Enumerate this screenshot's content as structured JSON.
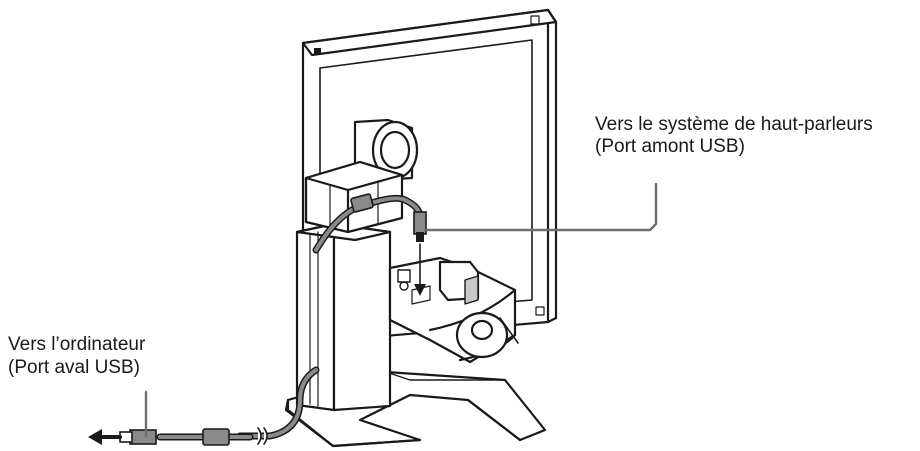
{
  "callouts": {
    "speaker": {
      "line1": "Vers le système de haut-parleurs",
      "line2": "(Port amont USB)"
    },
    "computer": {
      "line1": "Vers l’ordinateur",
      "line2": "(Port aval USB)"
    }
  },
  "colors": {
    "ink": "#1a1a1a",
    "cable": "#8a8a8a",
    "callout_line": "#6e6e6e",
    "shade": "#c8c8c8"
  },
  "icons": {
    "connector": "usb-connector-icon",
    "arrow": "left-arrow-icon"
  }
}
